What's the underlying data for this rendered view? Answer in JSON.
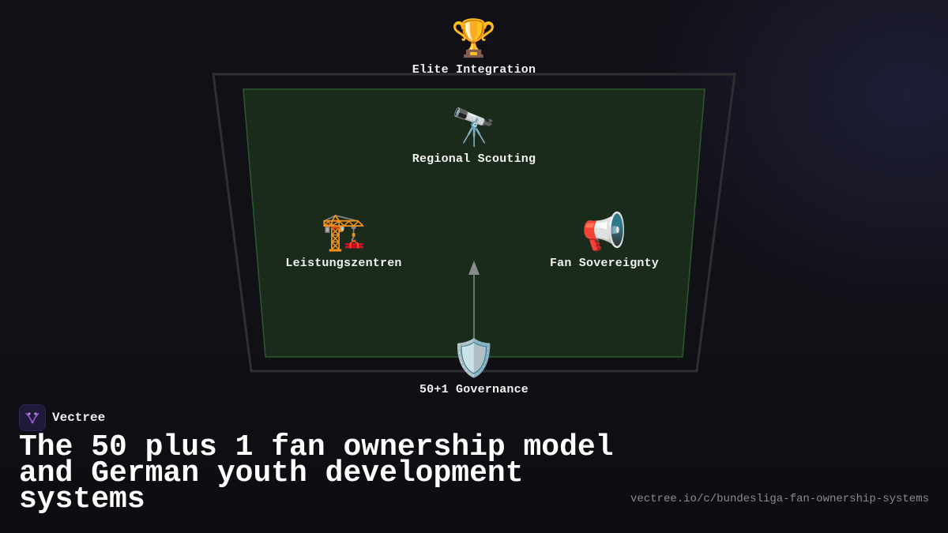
{
  "diagram": {
    "nodes": {
      "top": {
        "label": "Elite Integration",
        "icon": "trophy-icon",
        "glyph": "🏆"
      },
      "upper": {
        "label": "Regional Scouting",
        "icon": "telescope-icon",
        "glyph": "🔭"
      },
      "left": {
        "label": "Leistungszentren",
        "icon": "construction-crane-icon",
        "glyph": "🏗️"
      },
      "right": {
        "label": "Fan Sovereignty",
        "icon": "megaphone-icon",
        "glyph": "📢"
      },
      "base": {
        "label": "50+1 Governance",
        "icon": "shield-icon",
        "glyph": "🛡️"
      }
    },
    "colors": {
      "outer_frame": "#2f2f33",
      "inner_fill": "#1a2a1b",
      "inner_stroke": "#2c5a2f",
      "arrow": "#8a8a8a"
    }
  },
  "brand": {
    "name": "Vectree",
    "logo_icon": "vectree-logo-icon",
    "accent": "#a259d9"
  },
  "title": "The 50 plus 1 fan ownership model and German youth development systems",
  "url": "vectree.io/c/bundesliga-fan-ownership-systems"
}
